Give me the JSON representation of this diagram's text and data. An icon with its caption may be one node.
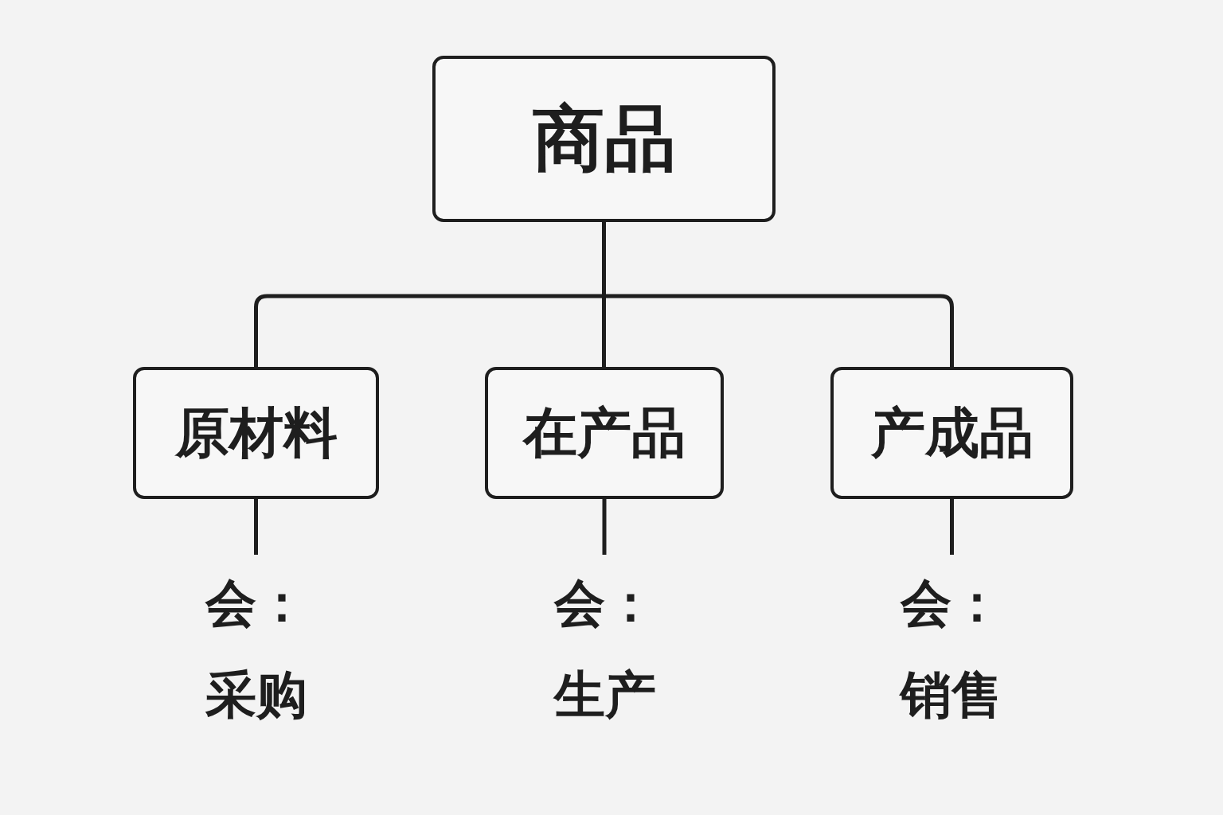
{
  "diagram": {
    "nodes": [
      {
        "text": [
          "商品"
        ]
      },
      {
        "text": [
          "原材料"
        ]
      },
      {
        "text": [
          "在产品"
        ]
      },
      {
        "text": [
          "产成品"
        ]
      },
      {
        "text": [
          "会：",
          "采购"
        ]
      },
      {
        "text": [
          "会：",
          "生产"
        ]
      },
      {
        "text": [
          "会：",
          "销售"
        ]
      }
    ],
    "edges": [
      {
        "from": 0,
        "to": 1,
        "arrow": "none"
      },
      {
        "from": 0,
        "to": 2,
        "arrow": "none"
      },
      {
        "from": 0,
        "to": 3,
        "arrow": "none"
      },
      {
        "from": 1,
        "to": 4,
        "arrow": "none"
      },
      {
        "from": 2,
        "to": 5,
        "arrow": "none"
      },
      {
        "from": 3,
        "to": 6,
        "arrow": "none"
      }
    ]
  }
}
